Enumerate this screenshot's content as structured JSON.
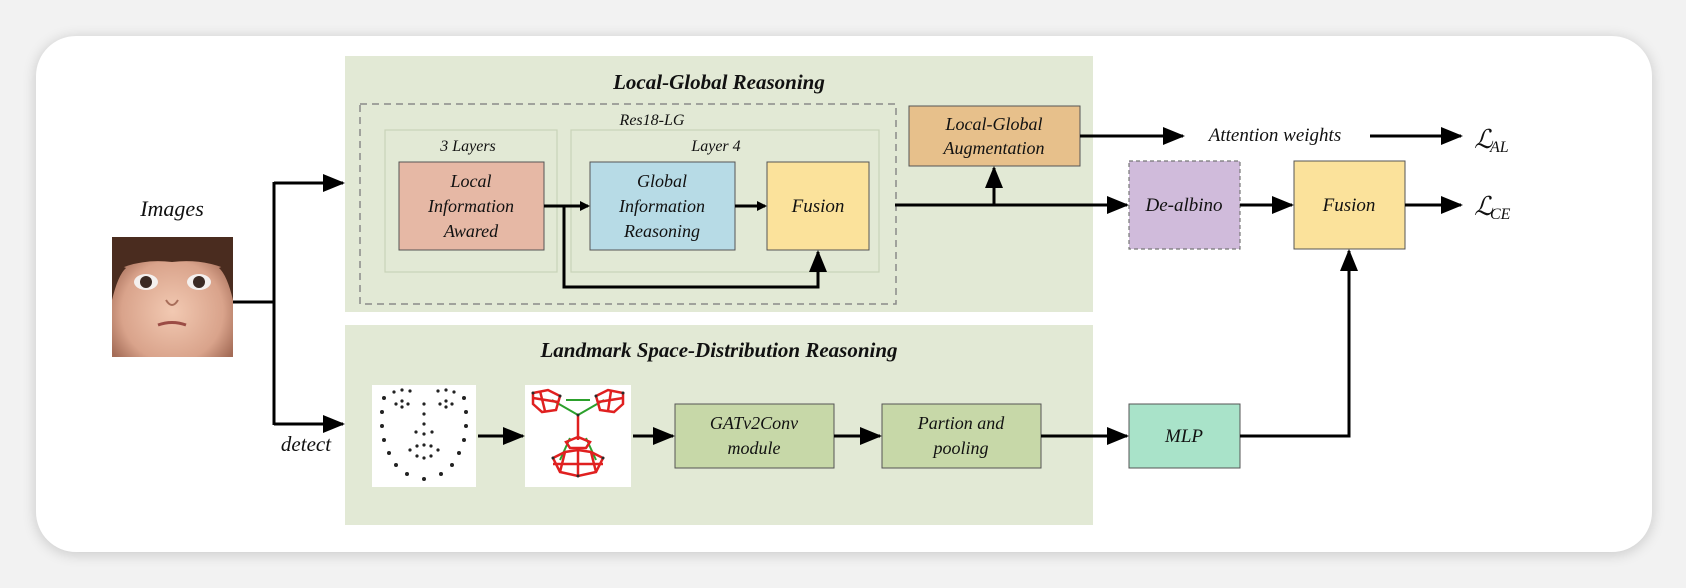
{
  "panels": {
    "local_global": {
      "title": "Local-Global Reasoning",
      "res18_label": "Res18-LG",
      "layers3_label": "3 Layers",
      "layer4_label": "Layer 4"
    },
    "landmark": {
      "title": "Landmark Space-Distribution Reasoning"
    }
  },
  "inputs": {
    "images_label": "Images",
    "detect_label": "detect"
  },
  "blocks": {
    "local_info": [
      "Local",
      "Information",
      "Awared"
    ],
    "global_info": [
      "Global",
      "Information",
      "Reasoning"
    ],
    "fusion_inner": [
      "Fusion"
    ],
    "lg_augmentation": [
      "Local-Global",
      "Augmentation"
    ],
    "de_albino": [
      "De-albino"
    ],
    "fusion_final": [
      "Fusion"
    ],
    "gatv2conv": [
      "GATv2Conv",
      "module"
    ],
    "partion_pooling": [
      "Partion and",
      "pooling"
    ],
    "mlp": [
      "MLP"
    ]
  },
  "outputs": {
    "attention_weights": "Attention weights",
    "loss_al": "ℒ",
    "loss_al_sub": "AL",
    "loss_ce": "ℒ",
    "loss_ce_sub": "CE"
  },
  "colors": {
    "panel_green": "#e2e9d5",
    "local_info": "#e6b8a5",
    "global_info": "#b7dbe6",
    "fusion": "#fbe29b",
    "lg_augmentation": "#e7c08b",
    "de_albino": "#d0bbdb",
    "module_green": "#c7d8a8",
    "mlp": "#a9e3c9"
  }
}
